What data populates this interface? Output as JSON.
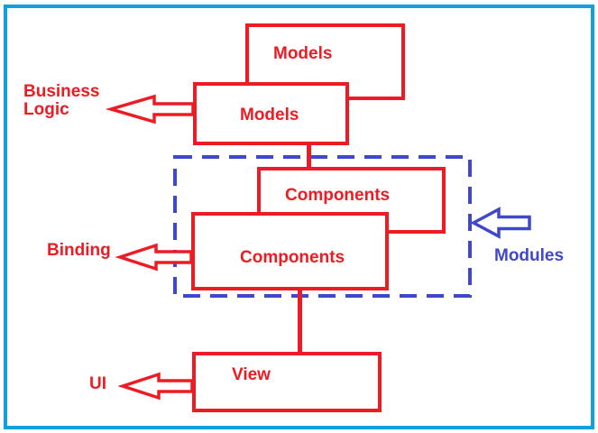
{
  "diagram": {
    "boxes": {
      "models_top": "Models",
      "models_main": "Models",
      "components_top": "Components",
      "components_main": "Components",
      "view": "View"
    },
    "labels": {
      "business_logic": "Business\nLogic",
      "binding": "Binding",
      "ui": "UI",
      "modules": "Modules"
    },
    "icons": {
      "business_logic_arrow": "left-hollow-arrow",
      "binding_arrow": "left-hollow-arrow",
      "ui_arrow": "left-hollow-arrow",
      "modules_arrow": "left-hollow-arrow"
    }
  },
  "colors": {
    "red": "#ED1C24",
    "blue": "#3F48CC",
    "frame": "#12A0DC",
    "background": "#FFFFFF"
  }
}
